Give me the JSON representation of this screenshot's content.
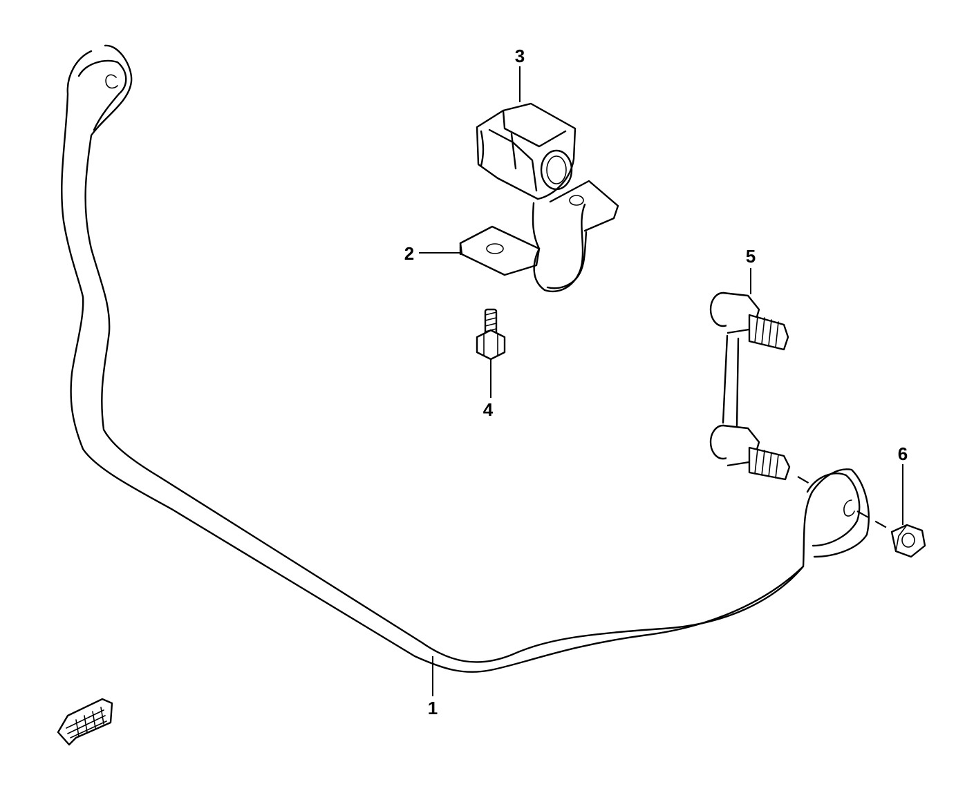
{
  "callouts": [
    {
      "id": "1",
      "label": "1"
    },
    {
      "id": "2",
      "label": "2"
    },
    {
      "id": "3",
      "label": "3"
    },
    {
      "id": "4",
      "label": "4"
    },
    {
      "id": "5",
      "label": "5"
    },
    {
      "id": "6",
      "label": "6"
    }
  ],
  "front_marker": {
    "icon": "front-direction-arrow-icon"
  }
}
